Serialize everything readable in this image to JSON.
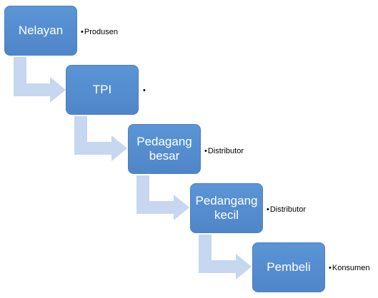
{
  "colors": {
    "box_fill": "#5b95d6",
    "box_text": "#ffffff",
    "arrow_fill": "#c6d7ef"
  },
  "steps": [
    {
      "label": "Nelayan",
      "note": "Produsen"
    },
    {
      "label": "TPI",
      "note": ""
    },
    {
      "label": "Pedagang besar",
      "note": "Distributor"
    },
    {
      "label": "Pedangang kecil",
      "note": "Distributor"
    },
    {
      "label": "Pembeli",
      "note": "Konsumen"
    }
  ],
  "bullet": "•"
}
